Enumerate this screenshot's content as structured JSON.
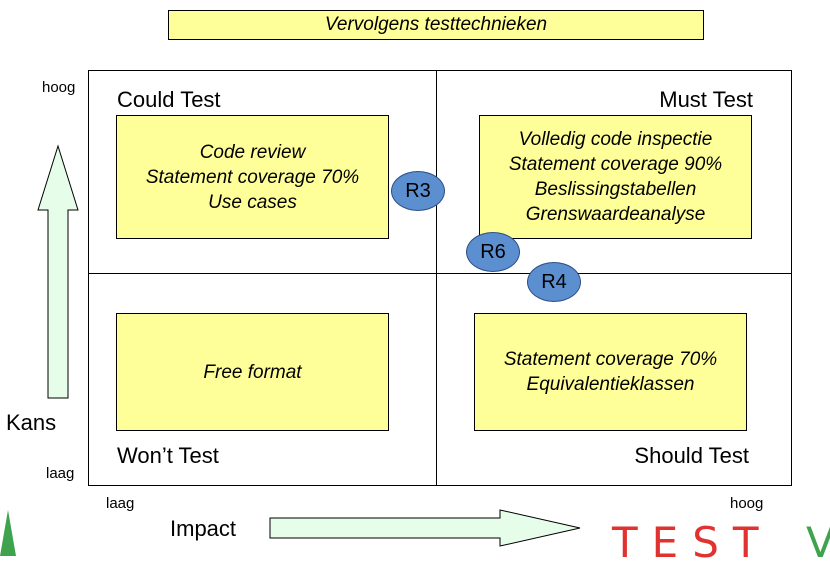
{
  "subtitle": "Vervolgens testtechnieken",
  "quadrants": {
    "top_left": {
      "label": "Could Test",
      "items": [
        "Code review",
        "Statement coverage 70%",
        "Use cases"
      ]
    },
    "top_right": {
      "label": "Must Test",
      "items": [
        "Volledig code inspectie",
        "Statement coverage 90%",
        "Beslissingstabellen",
        "Grenswaardeanalyse"
      ]
    },
    "bottom_left": {
      "label": "Won’t Test",
      "items": [
        "Free format"
      ]
    },
    "bottom_right": {
      "label": "Should Test",
      "items": [
        "Statement coverage 70%",
        "Equivalentieklassen"
      ]
    }
  },
  "risks": [
    "R3",
    "R6",
    "R4"
  ],
  "axes": {
    "y_high": "hoog",
    "y_low": "laag",
    "y_label": "Kans",
    "x_low": "laag",
    "x_high": "hoog",
    "x_label": "Impact"
  },
  "logo": {
    "text": "TEST",
    "tail": "V"
  },
  "colors": {
    "box_fill": "#ffff99",
    "risk_fill": "#5b8fd0",
    "arrow_fill": "#e6fde9",
    "logo_red": "#e0322e",
    "logo_green": "#3fa34d"
  }
}
